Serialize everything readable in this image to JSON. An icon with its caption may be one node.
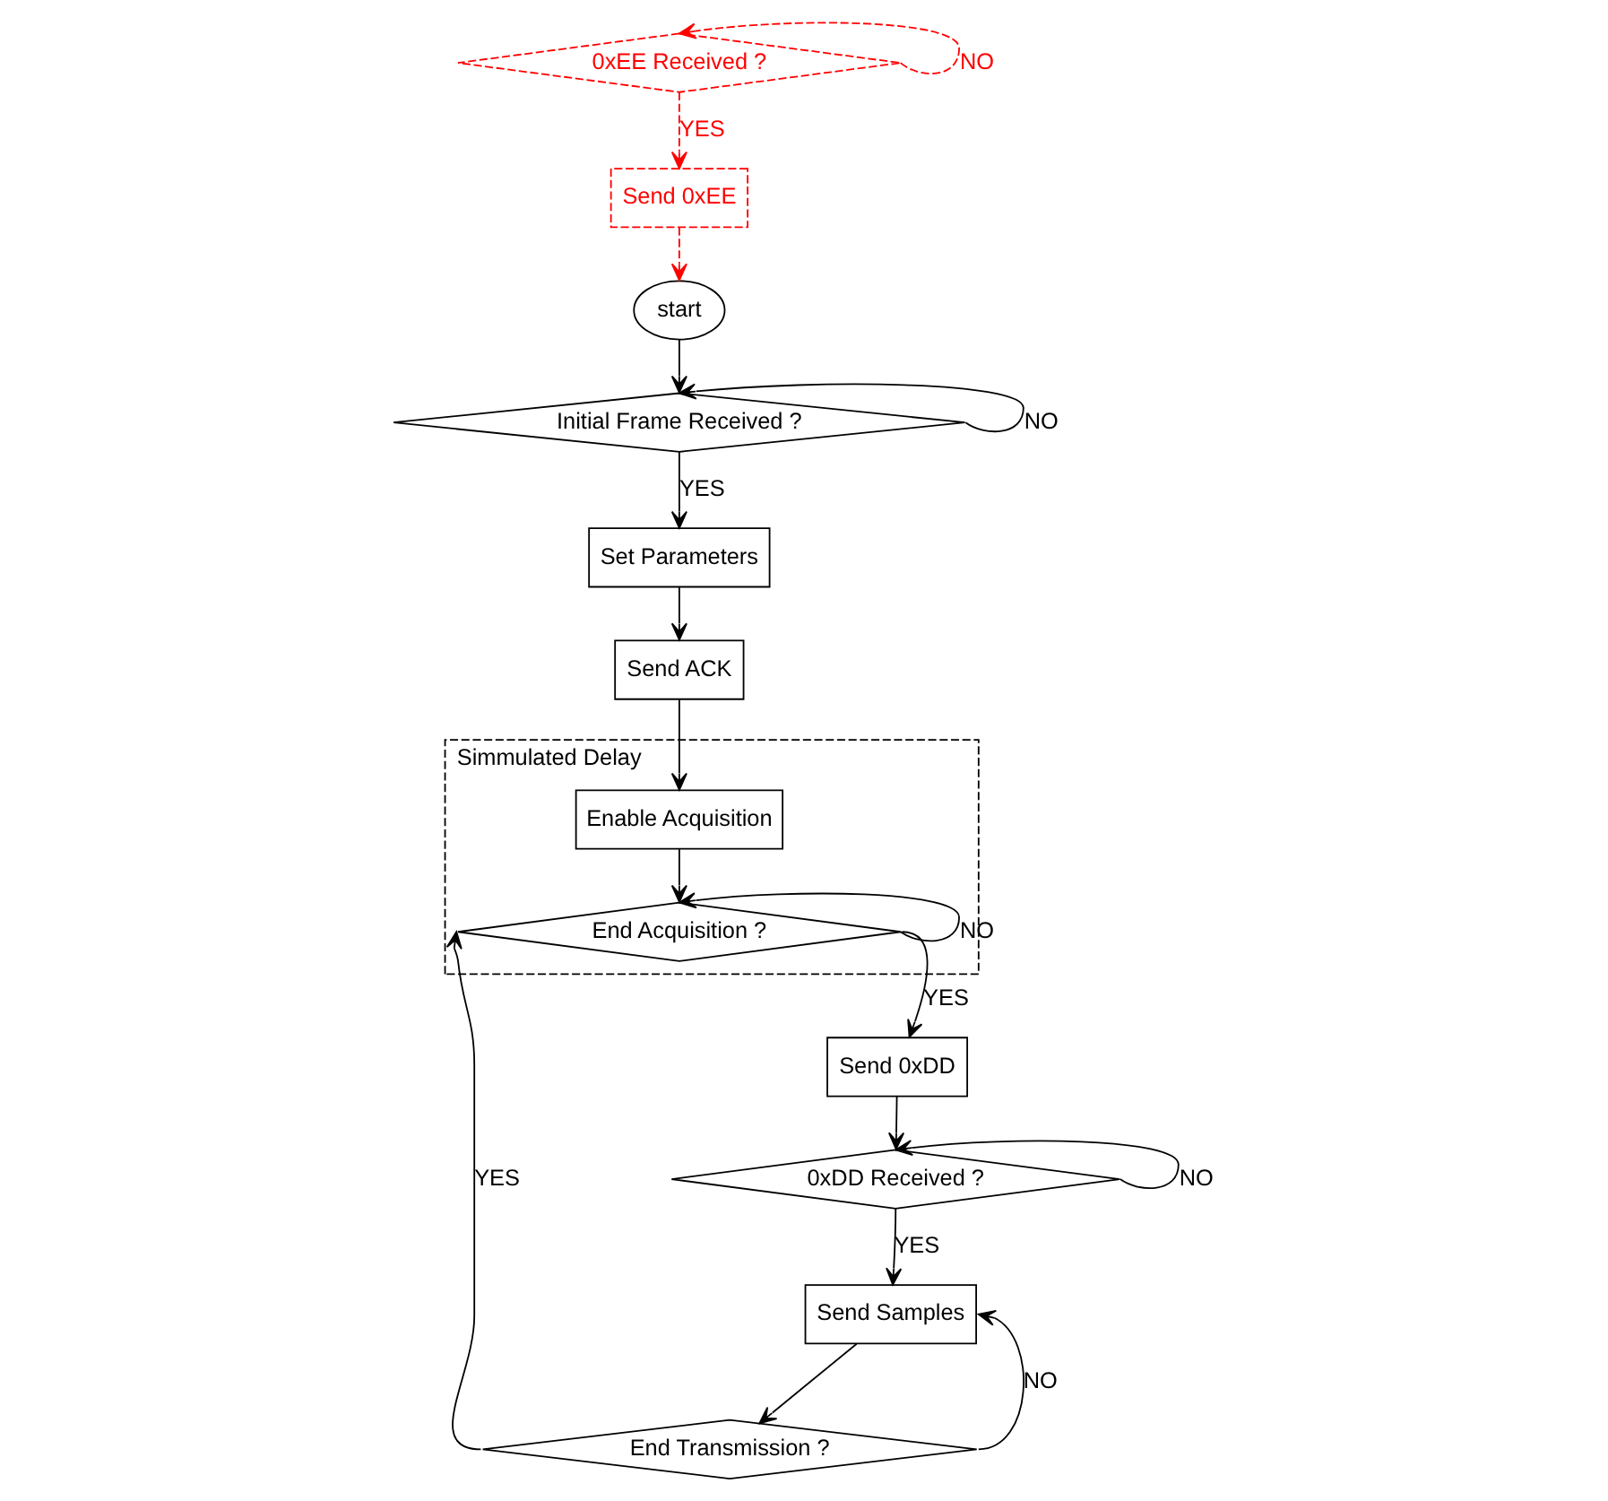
{
  "diagram": {
    "nodes": [
      {
        "text": [
          "start"
        ]
      },
      {
        "text": [
          "Initial Frame Received ?"
        ]
      },
      {
        "text": [
          "Set Parameters"
        ]
      },
      {
        "text": [
          "Send ACK"
        ]
      },
      {
        "text": [
          "Simmulated Delay"
        ]
      },
      {
        "text": [
          "Enable Acquisition"
        ],
        "in": 4
      },
      {
        "text": [
          "End Acquisition ?"
        ],
        "in": 4
      },
      {
        "text": [
          "Send 0xDD"
        ]
      },
      {
        "text": [
          "0xDD Received ?"
        ]
      },
      {
        "text": [
          "Send Samples"
        ]
      },
      {
        "text": [
          "End Transmission ?"
        ]
      },
      {
        "text": [
          "0xEE Received ?"
        ]
      },
      {
        "text": [
          "Send 0xEE"
        ]
      }
    ],
    "edges": [
      {
        "from": 0,
        "to": 1,
        "arrow": "to"
      },
      {
        "from": 1,
        "to": 1,
        "arrow": "to",
        "label": "NO"
      },
      {
        "from": 1,
        "to": 2,
        "arrow": "to",
        "label": "YES"
      },
      {
        "from": 2,
        "to": 3,
        "arrow": "to"
      },
      {
        "from": 3,
        "to": 5,
        "arrow": "to"
      },
      {
        "from": 5,
        "to": 6,
        "arrow": "to"
      },
      {
        "from": 6,
        "to": 6,
        "arrow": "to",
        "label": "NO"
      },
      {
        "from": 6,
        "to": 7,
        "arrow": "to",
        "label": "YES"
      },
      {
        "from": 7,
        "to": 8,
        "arrow": "to"
      },
      {
        "from": 8,
        "to": 8,
        "arrow": "to",
        "label": "NO"
      },
      {
        "from": 8,
        "to": 9,
        "arrow": "to",
        "label": "YES"
      },
      {
        "from": 9,
        "to": 10,
        "arrow": "to"
      },
      {
        "from": 10,
        "to": 9,
        "arrow": "to",
        "label": "NO"
      },
      {
        "from": 10,
        "to": 6,
        "arrow": "to",
        "label": "YES"
      },
      {
        "from": 11,
        "to": 11,
        "arrow": "to",
        "label": "NO",
        "style": "dashed",
        "color": "#ff0000"
      },
      {
        "from": 11,
        "to": 12,
        "arrow": "to",
        "label": "YES",
        "style": "dashed",
        "color": "#ff0000"
      },
      {
        "from": 12,
        "to": 0,
        "arrow": "to",
        "style": "dashed",
        "color": "#ff0000"
      }
    ]
  }
}
